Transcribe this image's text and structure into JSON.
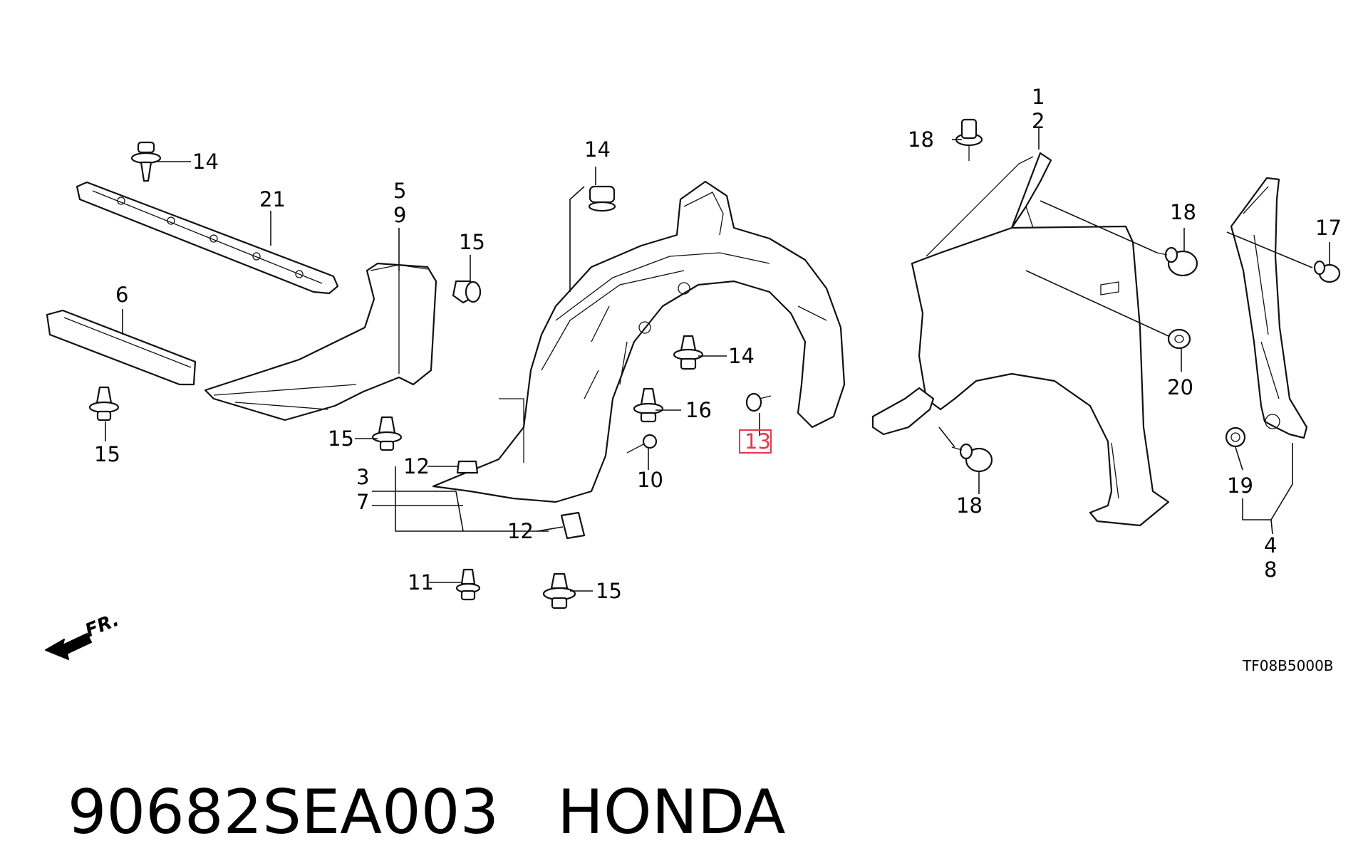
{
  "callouts": [
    {
      "id": "c14a",
      "text": "14"
    },
    {
      "id": "c21",
      "text": "21"
    },
    {
      "id": "c6",
      "text": "6"
    },
    {
      "id": "c15a",
      "text": "15"
    },
    {
      "id": "c5",
      "text": "5"
    },
    {
      "id": "c9",
      "text": "9"
    },
    {
      "id": "c15b",
      "text": "15"
    },
    {
      "id": "c15c",
      "text": "15"
    },
    {
      "id": "c14b",
      "text": "14"
    },
    {
      "id": "c14c",
      "text": "14"
    },
    {
      "id": "c16",
      "text": "16"
    },
    {
      "id": "c13",
      "text": "13"
    },
    {
      "id": "c12a",
      "text": "12"
    },
    {
      "id": "c3",
      "text": "3"
    },
    {
      "id": "c7",
      "text": "7"
    },
    {
      "id": "c12b",
      "text": "12"
    },
    {
      "id": "c10",
      "text": "10"
    },
    {
      "id": "c11",
      "text": "11"
    },
    {
      "id": "c15d",
      "text": "15"
    },
    {
      "id": "c1",
      "text": "1"
    },
    {
      "id": "c2",
      "text": "2"
    },
    {
      "id": "c18a",
      "text": "18"
    },
    {
      "id": "c18b",
      "text": "18"
    },
    {
      "id": "c20",
      "text": "20"
    },
    {
      "id": "c18c",
      "text": "18"
    },
    {
      "id": "c17",
      "text": "17"
    },
    {
      "id": "c19",
      "text": "19"
    },
    {
      "id": "c4",
      "text": "4"
    },
    {
      "id": "c8",
      "text": "8"
    }
  ],
  "highlighted_callout": "13",
  "highlight_color": "#e23a4b",
  "direction_label": "FR.",
  "diagram_code": "TF08B5000B",
  "part_number": "90682SEA003",
  "brand": "HONDA"
}
